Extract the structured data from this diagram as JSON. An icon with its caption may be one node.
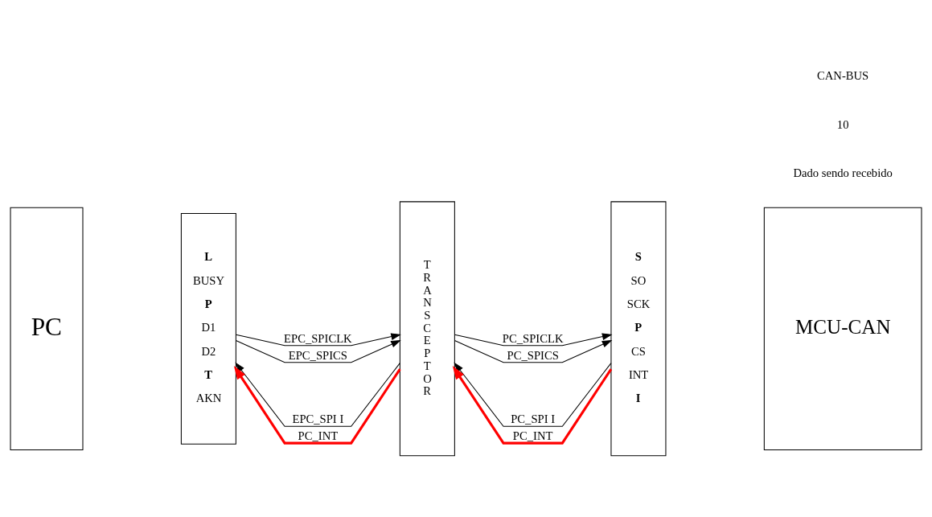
{
  "diagram": {
    "nodes": [
      {
        "text": [
          "PC"
        ]
      },
      {
        "text": [
          "L",
          "BUSY",
          "P",
          "D1",
          "D2",
          "T",
          "AKN"
        ]
      },
      {
        "text": [
          "T R A N S C E P T O R"
        ]
      },
      {
        "text": [
          "S",
          "SO",
          "SCK",
          "P",
          "CS",
          "INT",
          "I"
        ]
      },
      {
        "text": [
          "MCU-CAN"
        ]
      }
    ],
    "edges": [
      {
        "from": 2,
        "to": 1,
        "arrow": "to",
        "label": "EPC_SPI I"
      },
      {
        "from": 3,
        "to": 2,
        "arrow": "to",
        "label": "PC_SPI I"
      },
      {
        "from": 1,
        "to": 2,
        "arrow": "to",
        "label": "EPC_SPICLK"
      },
      {
        "from": 1,
        "to": 2,
        "arrow": "to",
        "label": "EPC_SPICS"
      },
      {
        "from": 2,
        "to": 3,
        "arrow": "to",
        "label": "PC_SPICLK"
      },
      {
        "from": 2,
        "to": 3,
        "arrow": "to",
        "label": "PC_SPICS"
      },
      {
        "from": 3,
        "to": 2,
        "arrow": "to",
        "label": "PC_INT",
        "style": "thick",
        "color": "#ff0000"
      },
      {
        "from": 2,
        "to": 1,
        "arrow": "to",
        "label": "PC_INT",
        "style": "thick",
        "color": "#ff0000"
      }
    ],
    "labels": [
      "Dado sendo recebido",
      "10",
      "CAN-BUS"
    ]
  }
}
